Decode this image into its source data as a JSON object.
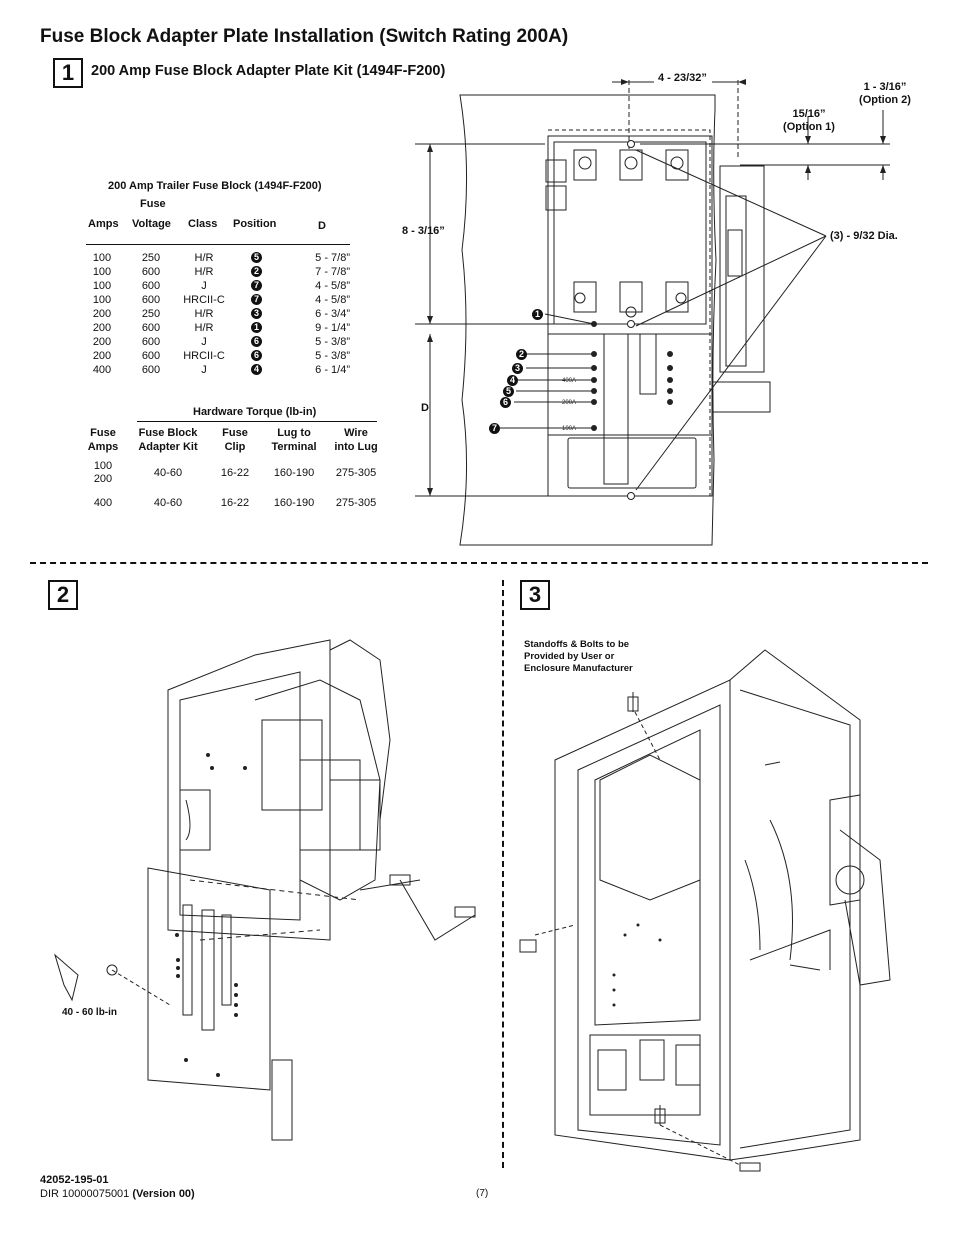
{
  "page_title": "Fuse Block Adapter Plate Installation (Switch Rating 200A)",
  "steps": [
    "1",
    "2",
    "3"
  ],
  "section1": {
    "heading": "200 Amp Fuse Block Adapter Plate Kit (1494F-F200)",
    "fuse_table": {
      "caption": "200 Amp Trailer Fuse Block (1494F-F200)",
      "group_label": "Fuse",
      "headers": [
        "Amps",
        "Voltage",
        "Class",
        "Position",
        "D"
      ],
      "rows": [
        [
          "100",
          "250",
          "H/R",
          "5",
          "5 - 7/8”"
        ],
        [
          "100",
          "600",
          "H/R",
          "2",
          "7 - 7/8”"
        ],
        [
          "100",
          "600",
          "J",
          "7",
          "4 - 5/8”"
        ],
        [
          "100",
          "600",
          "HRCII-C",
          "7",
          "4 - 5/8”"
        ],
        [
          "200",
          "250",
          "H/R",
          "3",
          "6 - 3/4”"
        ],
        [
          "200",
          "600",
          "H/R",
          "1",
          "9 - 1/4”"
        ],
        [
          "200",
          "600",
          "J",
          "6",
          "5 - 3/8”"
        ],
        [
          "200",
          "600",
          "HRCII-C",
          "6",
          "5 - 3/8”"
        ],
        [
          "400",
          "600",
          "J",
          "4",
          "6 - 1/4”"
        ]
      ]
    },
    "torque_table": {
      "caption": "Hardware Torque (lb-in)",
      "headers": [
        [
          "Fuse",
          "Amps"
        ],
        [
          "Fuse Block",
          "Adapter Kit"
        ],
        [
          "Fuse",
          "Clip"
        ],
        [
          "Lug to",
          "Terminal"
        ],
        [
          "Wire",
          "into Lug"
        ]
      ],
      "rows": [
        [
          "100",
          "200",
          "40-60",
          "16-22",
          "160-190",
          "275-305"
        ],
        [
          "400",
          "",
          "40-60",
          "16-22",
          "160-190",
          "275-305"
        ]
      ]
    },
    "dimensions": {
      "top_width": "4 - 23/32”",
      "option1": [
        "15/16”",
        "(Option 1)"
      ],
      "option2": [
        "1 - 3/16”",
        "(Option 2)"
      ],
      "height": "8 - 3/16”",
      "d_label": "D",
      "holes": "(3) - 9/32 Dia."
    },
    "position_callouts": [
      "1",
      "2",
      "3",
      "4",
      "5",
      "6",
      "7"
    ],
    "plate_marks": [
      "400A",
      "200A",
      "100A"
    ]
  },
  "section2": {
    "torque_note": "40 - 60 lb-in"
  },
  "section3": {
    "note_lines": [
      "Standoffs & Bolts to be",
      "Provided by User or",
      "Enclosure Manufacturer"
    ]
  },
  "footer": {
    "doc_number": "42052-195-01",
    "dir_prefix": "DIR 10000075001 ",
    "version": "(Version 00)",
    "page": "(7)"
  }
}
